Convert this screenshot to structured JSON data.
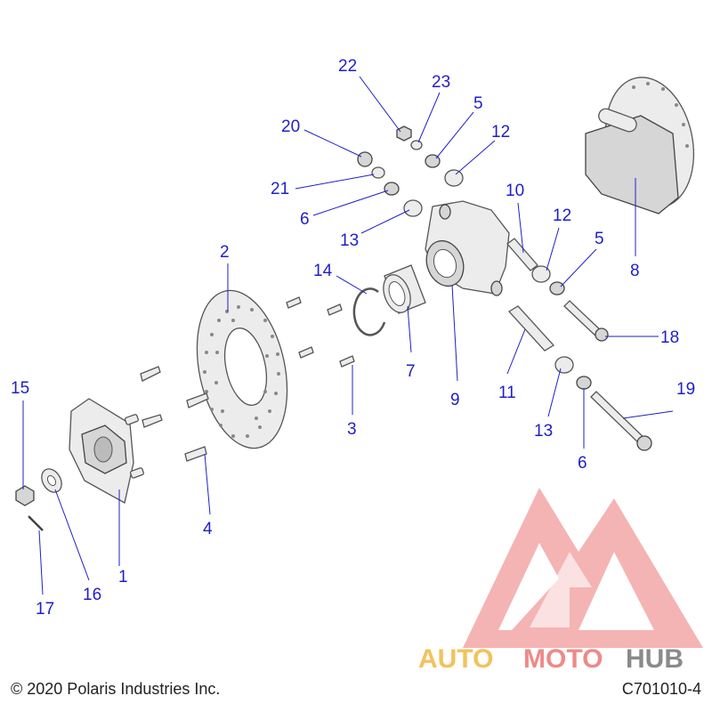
{
  "callouts": {
    "c1": "1",
    "c2": "2",
    "c3": "3",
    "c4": "4",
    "c5a": "5",
    "c5b": "5",
    "c6a": "6",
    "c6b": "6",
    "c7": "7",
    "c8": "8",
    "c9": "9",
    "c10": "10",
    "c11": "11",
    "c12a": "12",
    "c12b": "12",
    "c13a": "13",
    "c13b": "13",
    "c14": "14",
    "c15": "15",
    "c16": "16",
    "c17": "17",
    "c18": "18",
    "c19": "19",
    "c20": "20",
    "c21": "21",
    "c22": "22",
    "c23": "23"
  },
  "watermark": {
    "part1": "AUTO",
    "part2": "MOTO",
    "part3": "HUB"
  },
  "footer": {
    "copyright": "© 2020 Polaris Industries Inc.",
    "drawing_code": "C701010-4"
  },
  "colors": {
    "callout": "#1f1fc8",
    "watermark_red": "#ee8a88",
    "watermark_yellow": "#f2c25c",
    "watermark_gray": "#8a8a8a"
  }
}
